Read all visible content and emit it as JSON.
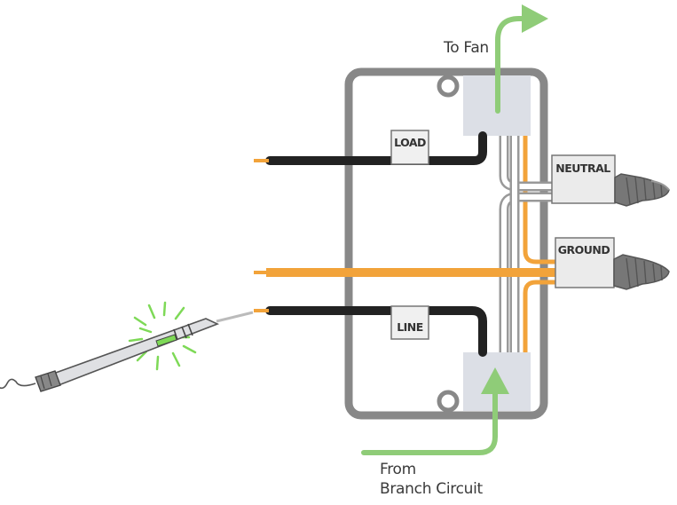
{
  "annotations": {
    "to_fan": "To Fan",
    "from_line1": "From",
    "from_line2": "Branch Circuit"
  },
  "tags": {
    "load": "LOAD",
    "line": "LINE",
    "neutral": "NEUTRAL",
    "ground": "GROUND"
  },
  "colors": {
    "box_outline": "#888888",
    "box_fill": "#ffffff",
    "hot_wire": "#222222",
    "ground_wire": "#f2a33a",
    "neutral_wire": "#dddddd",
    "arrow": "#8fcc78",
    "entry_block": "#dcdfe6",
    "tag_fill": "#f0f0f0",
    "tester_glow": "#7ed957"
  },
  "icons": [
    "wire-nut-icon",
    "voltage-tester-icon",
    "flow-arrow-icon"
  ]
}
